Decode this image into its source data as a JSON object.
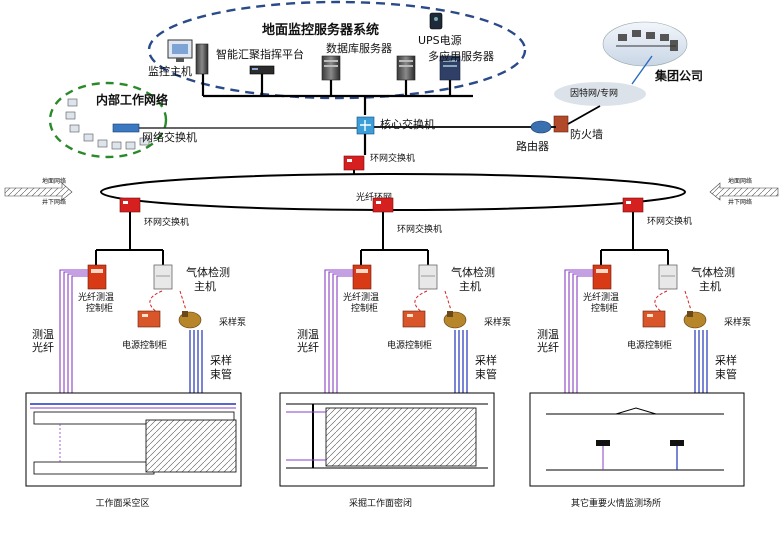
{
  "top_system": {
    "title": "地面监控服务器系统",
    "monitor_host": "监控主机",
    "smart_platform": "智能汇聚指挥平台",
    "db_server": "数据库服务器",
    "ups": "UPS电源",
    "multi_server": "多应用服务器"
  },
  "internal_network": {
    "title": "内部工作网络",
    "switch": "网络交换机"
  },
  "group": {
    "title": "集团公司",
    "internet": "因特网/专网",
    "firewall": "防火墙",
    "router": "路由器"
  },
  "core_switch": "核心交换机",
  "ring_switch_top": "环网交换机",
  "ring_label": "光纤环网",
  "surface_tag": "地面网络",
  "underground_tag": "井下网络",
  "stations": [
    {
      "ring_switch": "环网交换机",
      "fiber_cabinet": [
        "光纤测温",
        "控制柜"
      ],
      "gas_host": [
        "气体检测",
        "主机"
      ],
      "power_cabinet": "电源控制柜",
      "pump": "采样泵",
      "fiber_label": [
        "测温",
        "光纤"
      ],
      "tube_label": [
        "采样",
        "束管"
      ],
      "scene": "工作面采空区"
    },
    {
      "ring_switch": "环网交换机",
      "fiber_cabinet": [
        "光纤测温",
        "控制柜"
      ],
      "gas_host": [
        "气体检测",
        "主机"
      ],
      "power_cabinet": "电源控制柜",
      "pump": "采样泵",
      "fiber_label": [
        "测温",
        "光纤"
      ],
      "tube_label": [
        "采样",
        "束管"
      ],
      "scene": "采掘工作面密闭"
    },
    {
      "ring_switch": "环网交换机",
      "fiber_cabinet": [
        "光纤测温",
        "控制柜"
      ],
      "gas_host": [
        "气体检测",
        "主机"
      ],
      "power_cabinet": "电源控制柜",
      "pump": "采样泵",
      "fiber_label": [
        "测温",
        "光纤"
      ],
      "tube_label": [
        "采样",
        "束管"
      ],
      "scene": "其它重要火情监测场所"
    }
  ],
  "colors": {
    "fiber": "#8a3fc4",
    "tube": "#2233bb",
    "cabinet": "#d83a16",
    "ring_switch": "#d62020",
    "dashed_blue": "#2a4a8a",
    "dashed_green": "#2a8a2a",
    "power_link": "#d62020"
  },
  "icons": {
    "server": "server-icon",
    "monitor": "monitor-icon",
    "switch": "network-switch-icon",
    "firewall": "firewall-icon",
    "router": "router-icon",
    "cloud": "cloud-icon"
  }
}
